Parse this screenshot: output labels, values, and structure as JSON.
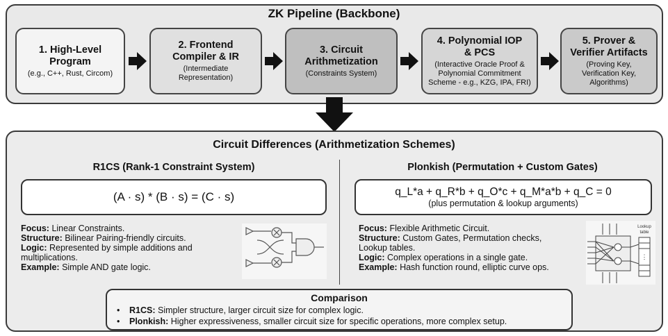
{
  "pipeline": {
    "title": "ZK Pipeline (Backbone)",
    "stages": [
      {
        "title_1": "1. High-Level",
        "title_2": "Program",
        "detail_1": "(e.g., C++, Rust, Circom)",
        "detail_2": "",
        "detail_3": "",
        "detail_4": ""
      },
      {
        "title_1": "2. Frontend",
        "title_2": "Compiler & IR",
        "detail_1": "(Intermediate",
        "detail_2": "Representation)",
        "detail_3": "",
        "detail_4": ""
      },
      {
        "title_1": "3. Circuit",
        "title_2": "Arithmetization",
        "detail_1": "(Constraints System)",
        "detail_2": "",
        "detail_3": "",
        "detail_4": ""
      },
      {
        "title_1": "4. Polynomial IOP",
        "title_2": "& PCS",
        "detail_1": "(Interactive Oracle Proof &",
        "detail_2": "Polynomial Commitment",
        "detail_3": "Scheme - e.g., KZG, IPA, FRI)",
        "detail_4": ""
      },
      {
        "title_1": "5. Prover &",
        "title_2": "Verifier Artifacts",
        "detail_1": "(Proving Key,",
        "detail_2": "Verification Key,",
        "detail_3": "Algorithms)",
        "detail_4": ""
      }
    ]
  },
  "differences": {
    "title": "Circuit Differences (Arithmetization Schemes)",
    "r1cs": {
      "heading": "R1CS (Rank-1 Constraint System)",
      "formula": "(A · s) * (B · s) = (C · s)",
      "focus_label": "Focus:",
      "focus": " Linear Constraints.",
      "structure_label": "Structure:",
      "structure": " Bilinear Pairing-friendly circuits.",
      "logic_label": "Logic:",
      "logic_1": " Represented by simple additions and",
      "logic_2": "multiplications.",
      "example_label": "Example:",
      "example": " Simple AND gate logic."
    },
    "plonkish": {
      "heading": "Plonkish (Permutation + Custom Gates)",
      "formula": "q_L*a + q_R*b + q_O*c + q_M*a*b + q_C = 0",
      "formula_note": "(plus permutation & lookup arguments)",
      "focus_label": "Focus:",
      "focus": " Flexible Arithmetic Circuit.",
      "structure_label": "Structure:",
      "structure_1": " Custom Gates, Permutation checks,",
      "structure_2": "Lookup tables.",
      "logic_label": "Logic:",
      "logic": " Complex operations in a single gate.",
      "example_label": "Example:",
      "example": " Hash function round, elliptic curve ops.",
      "lookup_label_1": "Lookup",
      "lookup_label_2": "table",
      "lookup_ellipsis": "⋮"
    }
  },
  "comparison": {
    "title": "Comparison",
    "items": [
      {
        "label": "R1CS:",
        "text": " Simpler structure, larger circuit size for complex logic."
      },
      {
        "label": "Plonkish:",
        "text": " Higher expressiveness, smaller circuit size for specific operations, more complex setup."
      }
    ],
    "bullet": "•"
  }
}
